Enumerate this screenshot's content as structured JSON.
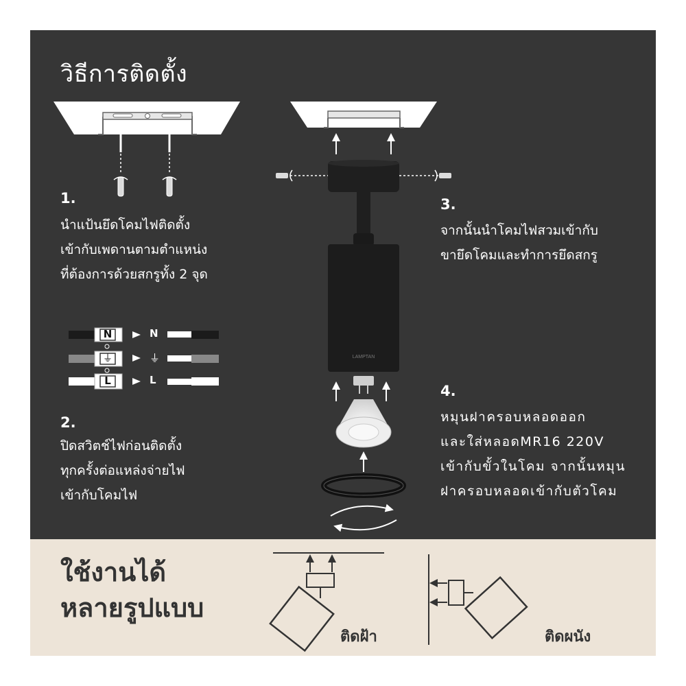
{
  "title": "วิธีการติดตั้ง",
  "steps": [
    {
      "number": "1.",
      "text": "นำแป้นยึดโคมไฟติดตั้ง\nเข้ากับเพดานตามตำแหน่ง\nที่ต้องการด้วยสกรูทั้ง 2 จุด"
    },
    {
      "number": "2.",
      "text": "ปิดสวิตช์ไฟก่อนติดตั้ง\nทุกครั้งต่อแหล่งจ่ายไฟ\nเข้ากับโคมไฟ"
    },
    {
      "number": "3.",
      "text": "จากนั้นนำโคมไฟสวมเข้ากับ\nขายึดโคมและทำการยึดสกรู"
    },
    {
      "number": "4.",
      "text": "หมุนฝาครอบหลอดออก\nและใส่หลอดMR16 220V\nเข้ากับขั้วในโคม จากนั้นหมุน\nฝาครอบหลอดเข้ากับตัวโคม"
    }
  ],
  "wiring": {
    "n_terminal": "N",
    "n_label": "N",
    "ground_terminal": "⏚",
    "ground_label": "⏚",
    "l_terminal": "L",
    "l_label": "L"
  },
  "brand": "LAMPTAN",
  "bottom": {
    "title": "ใช้งานได้\nหลายรูปแบบ",
    "ceiling_label": "ติดฝ้า",
    "wall_label": "ติดผนัง"
  },
  "colors": {
    "dark_panel": "#363636",
    "light_panel": "#ede4d8",
    "text_light": "#ffffff",
    "text_dark": "#333333"
  }
}
